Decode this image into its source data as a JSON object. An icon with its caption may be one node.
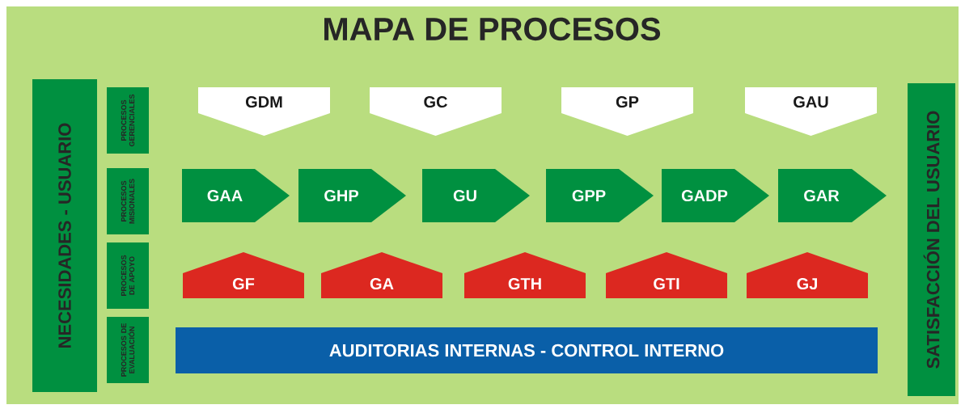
{
  "diagram": {
    "title": "MAPA DE PROCESOS",
    "nodes": [
      {
        "text": [
          "NECESIDADES - USUARIO"
        ]
      },
      {
        "text": [
          "PROCESOS GERENCIALES"
        ]
      },
      {
        "text": [
          "PROCESOS MISIONALES"
        ]
      },
      {
        "text": [
          "PROCESOS DE APOYO"
        ]
      },
      {
        "text": [
          "PROCESOS DE EVALUACIÓN"
        ]
      },
      {
        "text": [
          "GDM"
        ]
      },
      {
        "text": [
          "GC"
        ]
      },
      {
        "text": [
          "GP"
        ]
      },
      {
        "text": [
          "GAU"
        ]
      },
      {
        "text": [
          "GAA"
        ]
      },
      {
        "text": [
          "GHP"
        ]
      },
      {
        "text": [
          "GU"
        ]
      },
      {
        "text": [
          "GPP"
        ]
      },
      {
        "text": [
          "GADP"
        ]
      },
      {
        "text": [
          "GAR"
        ]
      },
      {
        "text": [
          "GF"
        ]
      },
      {
        "text": [
          "GA"
        ]
      },
      {
        "text": [
          "GTH"
        ]
      },
      {
        "text": [
          "GTI"
        ]
      },
      {
        "text": [
          "GJ"
        ]
      },
      {
        "text": [
          "AUDITORIAS INTERNAS - CONTROL INTERNO"
        ]
      },
      {
        "text": [
          "SATISFACCIÓN DEL USUARIO"
        ]
      }
    ]
  }
}
